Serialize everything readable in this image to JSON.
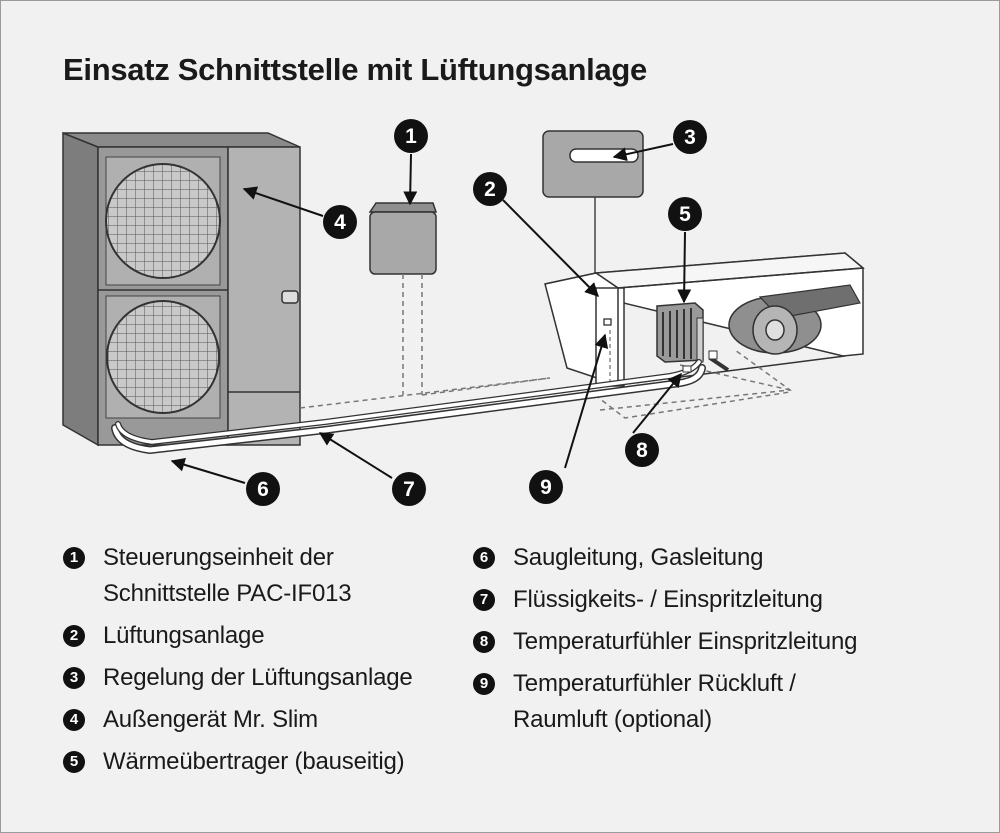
{
  "title": "Einsatz Schnittstelle mit Lüftungsanlage",
  "callouts": [
    "1",
    "2",
    "3",
    "4",
    "5",
    "6",
    "7",
    "8",
    "9"
  ],
  "legend": {
    "left": [
      {
        "num": "1",
        "lines": [
          "Steuerungseinheit der",
          "Schnittstelle PAC-IF013"
        ]
      },
      {
        "num": "2",
        "lines": [
          "Lüftungsanlage"
        ]
      },
      {
        "num": "3",
        "lines": [
          "Regelung der Lüftungsanlage"
        ]
      },
      {
        "num": "4",
        "lines": [
          "Außengerät Mr. Slim"
        ]
      },
      {
        "num": "5",
        "lines": [
          "Wärmeübertrager (bauseitig)"
        ]
      }
    ],
    "right": [
      {
        "num": "6",
        "lines": [
          "Saugleitung, Gasleitung"
        ]
      },
      {
        "num": "7",
        "lines": [
          "Flüssigkeits- / Einspritzleitung"
        ]
      },
      {
        "num": "8",
        "lines": [
          "Temperaturfühler Einspritzleitung"
        ]
      },
      {
        "num": "9",
        "lines": [
          "Temperaturfühler Rückluft /",
          "Raumluft (optional)"
        ]
      }
    ]
  }
}
